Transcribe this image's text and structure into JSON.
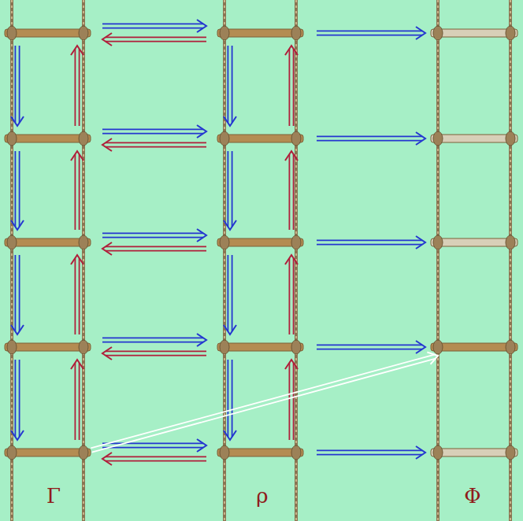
{
  "diagram": {
    "labels": [
      "Γ",
      "ρ",
      "Φ"
    ]
  }
}
